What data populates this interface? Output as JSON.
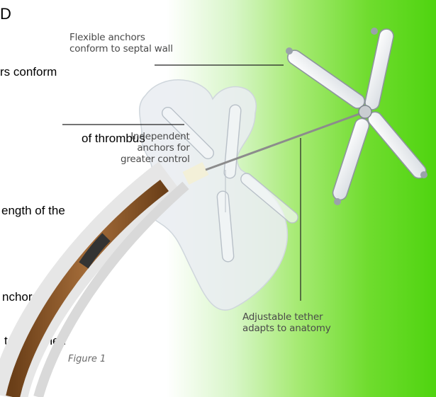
{
  "labels": {
    "flexible": [
      "Flexible anchors",
      "conform to septal wall"
    ],
    "independent": [
      "Independent",
      "anchors for",
      "greater control"
    ],
    "tether": [
      "Adjustable tether",
      "adapts to anatomy"
    ]
  },
  "figure_caption": "Figure 1",
  "background_text": {
    "corner": "D",
    "line1": "rs conform",
    "line2": "of thrombus",
    "line3": "ength of the",
    "line4": "nchors to",
    "line5": "tance when"
  },
  "colors": {
    "green": "#4fd410",
    "catheter_brown": "#8a5a2e",
    "sheath": "#e8e8e8"
  }
}
